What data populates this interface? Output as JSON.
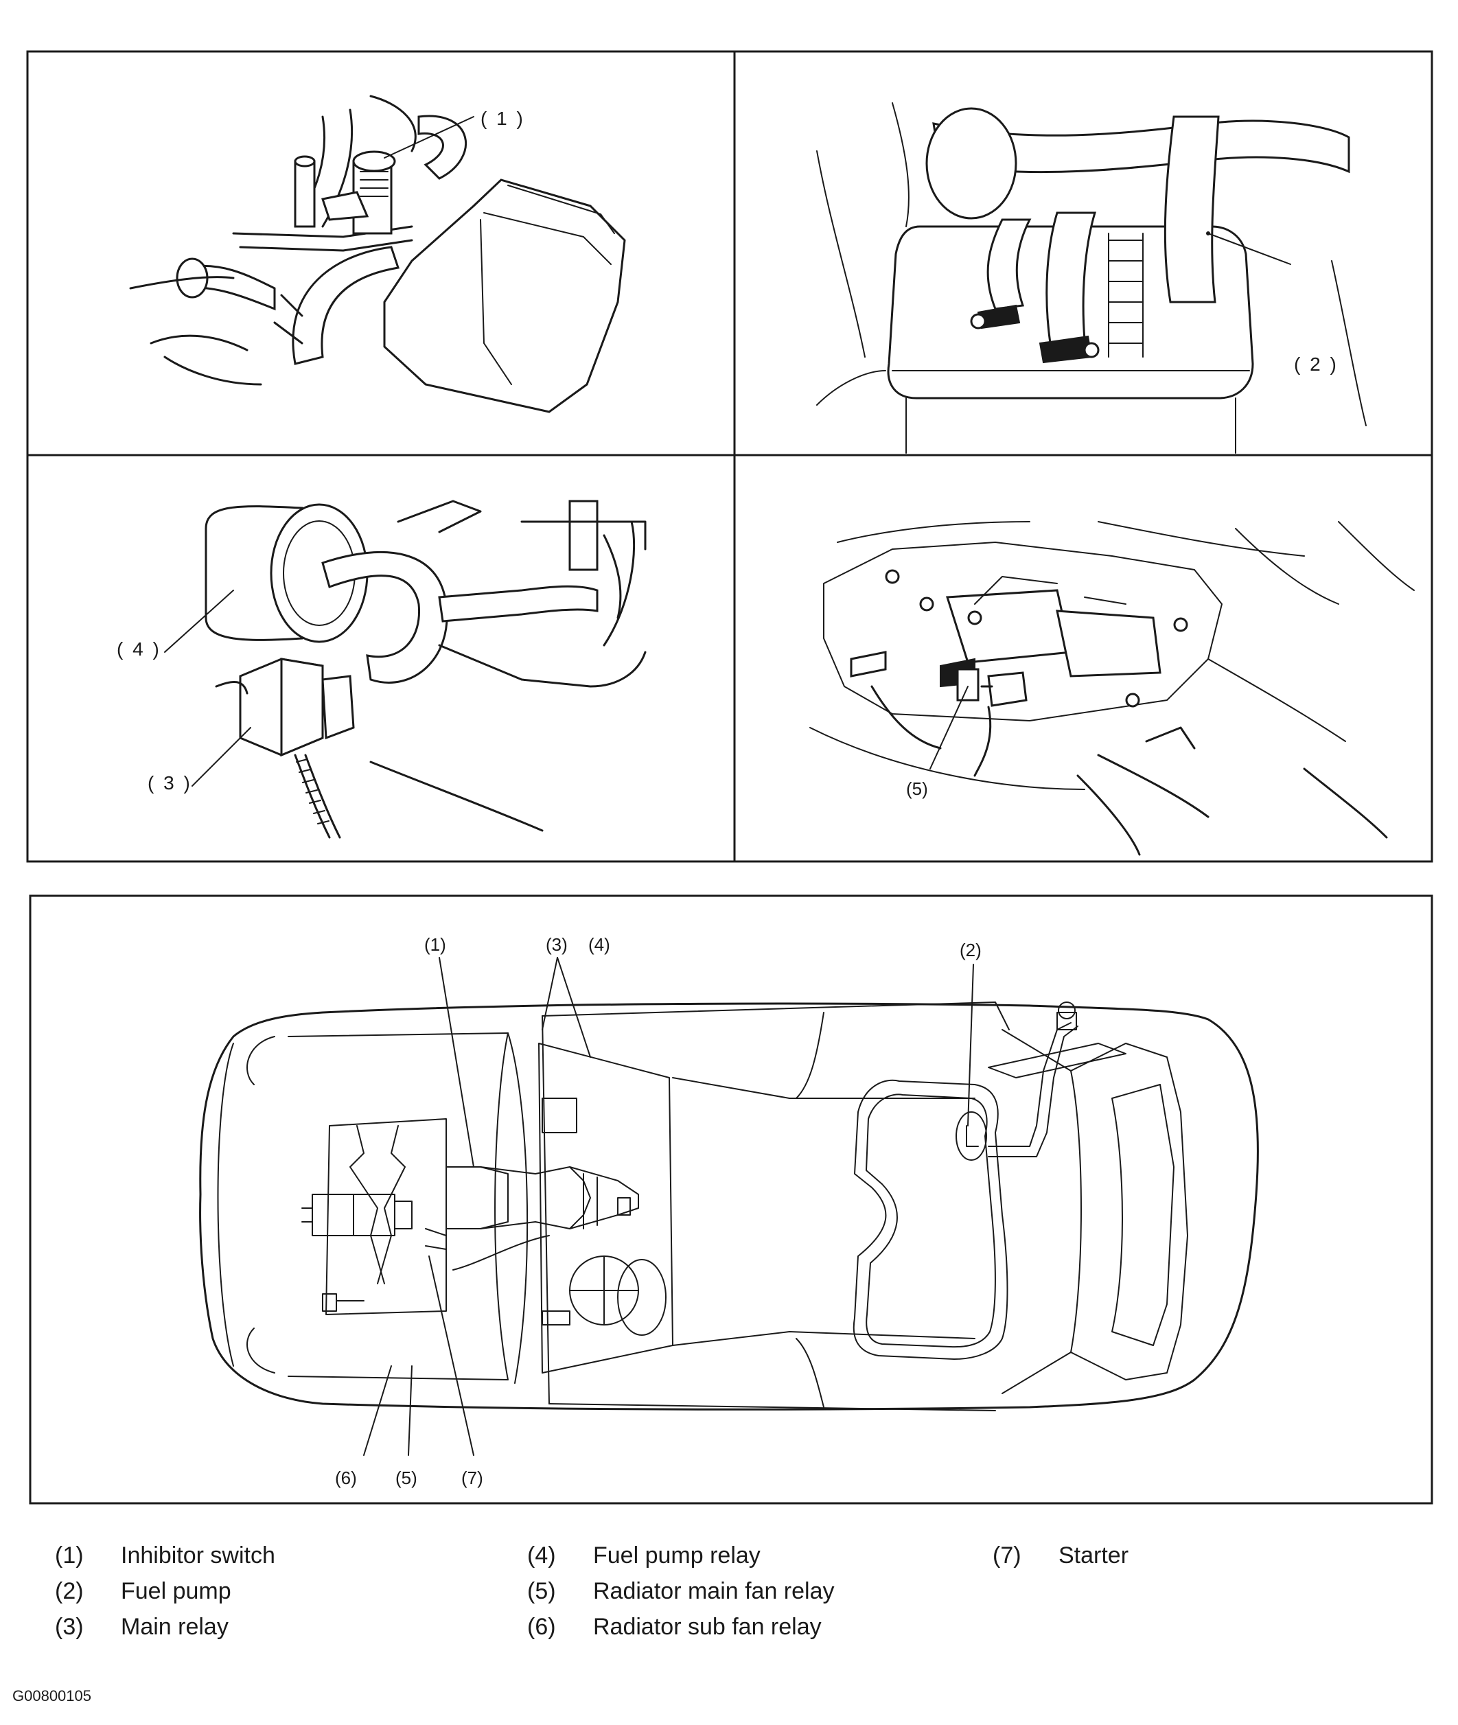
{
  "callouts": {
    "panel1": "( 1 )",
    "panel2": "( 2 )",
    "panel3": "( 3 )",
    "panel4": "( 4 )",
    "panel5": "(5)",
    "car": {
      "c1": "(1)",
      "c2": "(2)",
      "c3": "(3)",
      "c4": "(4)",
      "c5": "(5)",
      "c6": "(6)",
      "c7": "(7)"
    }
  },
  "legend": [
    {
      "num": "(1)",
      "label": "Inhibitor switch"
    },
    {
      "num": "(2)",
      "label": "Fuel pump"
    },
    {
      "num": "(3)",
      "label": "Main relay"
    },
    {
      "num": "(4)",
      "label": "Fuel pump relay"
    },
    {
      "num": "(5)",
      "label": "Radiator main fan relay"
    },
    {
      "num": "(6)",
      "label": "Radiator sub fan relay"
    },
    {
      "num": "(7)",
      "label": "Starter"
    }
  ],
  "figure_code": "G00800105"
}
